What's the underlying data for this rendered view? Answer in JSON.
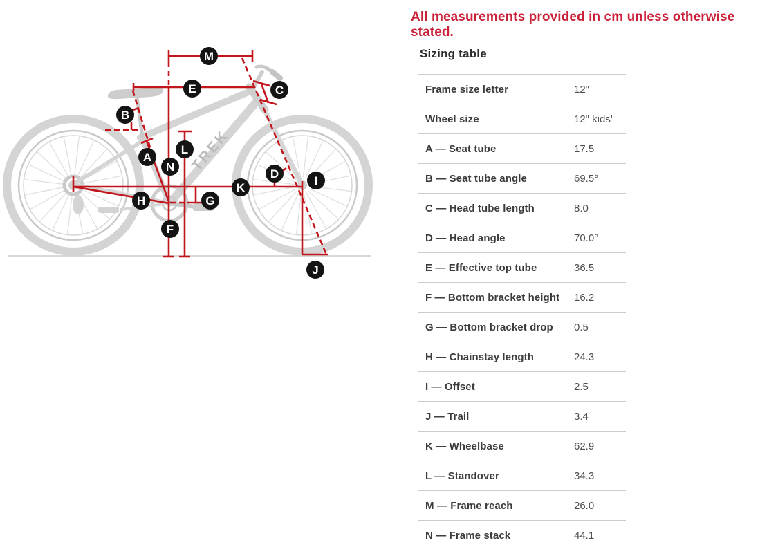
{
  "note": "All measurements provided in cm unless otherwise stated.",
  "diagram": {
    "brand": "TREK",
    "labels": {
      "a": "A",
      "b": "B",
      "c": "C",
      "d": "D",
      "e": "E",
      "f": "F",
      "g": "G",
      "h": "H",
      "i": "I",
      "j": "J",
      "k": "K",
      "l": "L",
      "m": "M",
      "n": "N"
    }
  },
  "sizing_table": {
    "title": "Sizing table",
    "rows": [
      {
        "label": "Frame size letter",
        "value": "12\""
      },
      {
        "label": "Wheel size",
        "value": "12\" kids'"
      },
      {
        "label": "A — Seat tube",
        "value": "17.5"
      },
      {
        "label": "B — Seat tube angle",
        "value": "69.5°"
      },
      {
        "label": "C — Head tube length",
        "value": "8.0"
      },
      {
        "label": "D — Head angle",
        "value": "70.0°"
      },
      {
        "label": "E — Effective top tube",
        "value": "36.5"
      },
      {
        "label": "F — Bottom bracket height",
        "value": "16.2"
      },
      {
        "label": "G — Bottom bracket drop",
        "value": "0.5"
      },
      {
        "label": "H — Chainstay length",
        "value": "24.3"
      },
      {
        "label": "I — Offset",
        "value": "2.5"
      },
      {
        "label": "J — Trail",
        "value": "3.4"
      },
      {
        "label": "K — Wheelbase",
        "value": "62.9"
      },
      {
        "label": "L — Standover",
        "value": "34.3"
      },
      {
        "label": "M — Frame reach",
        "value": "26.0"
      },
      {
        "label": "N — Frame stack",
        "value": "44.1"
      }
    ]
  },
  "colors": {
    "diagram_red": "#c3161c",
    "note_red": "#ca2139",
    "label_circle": "#141414",
    "bike_gray": "#d4d4d4"
  }
}
